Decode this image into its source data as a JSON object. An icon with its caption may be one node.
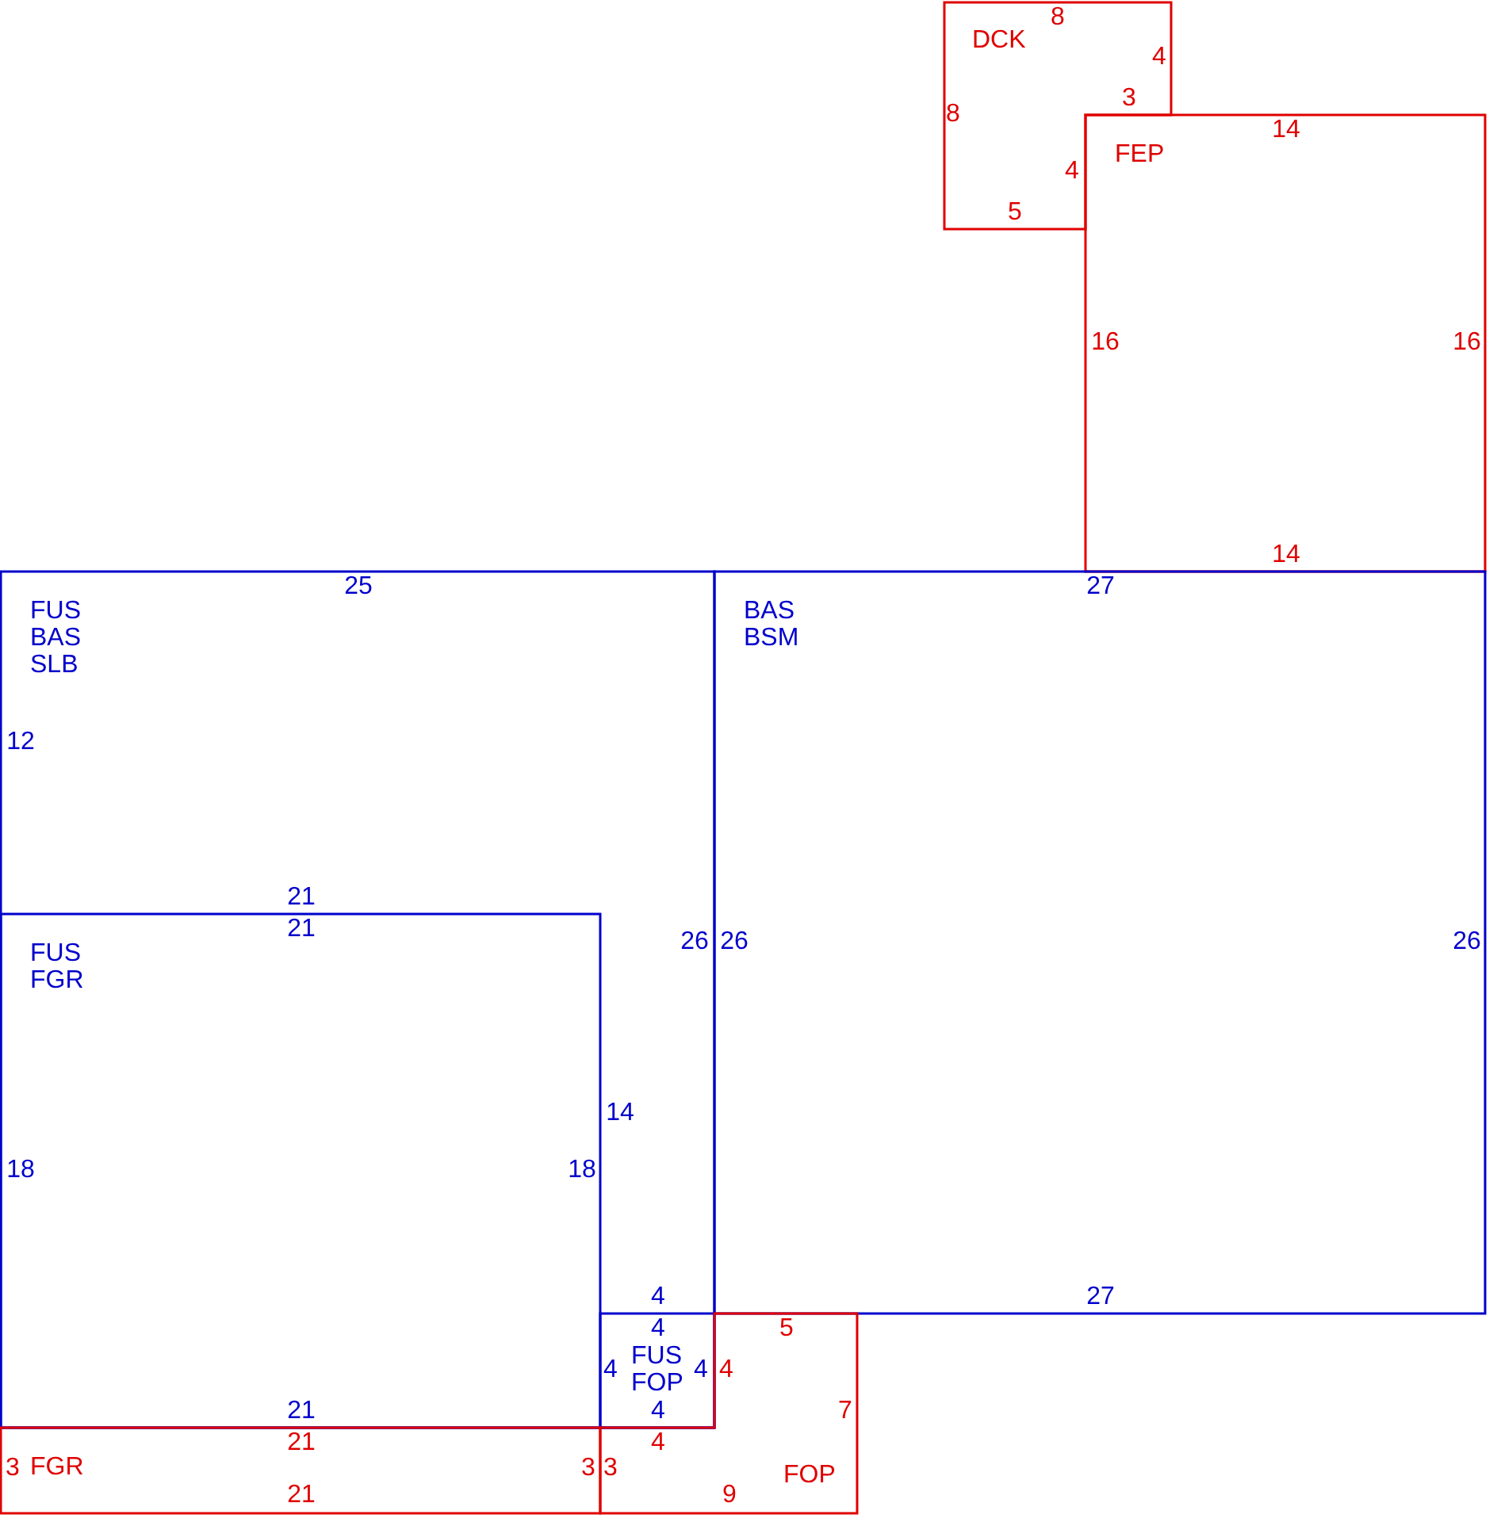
{
  "diagram": {
    "nodes": [
      {
        "text": [
          "DCK",
          "8",
          "4",
          "3",
          "8",
          "4",
          "5"
        ]
      },
      {
        "text": [
          "FEP",
          "14",
          "16",
          "16",
          "14"
        ]
      },
      {
        "text": [
          "FUS BAS SLB",
          "25",
          "12",
          "21",
          "26",
          "14",
          "4"
        ]
      },
      {
        "text": [
          "BAS BSM",
          "27",
          "26",
          "26",
          "27"
        ]
      },
      {
        "text": [
          "FUS FGR",
          "21",
          "18",
          "18",
          "21"
        ],
        "in": 2
      },
      {
        "text": [
          "4",
          "4",
          "FUS FOP",
          "4",
          "4"
        ],
        "in": 2
      },
      {
        "text": [
          "FGR",
          "21",
          "3",
          "3",
          "21"
        ]
      },
      {
        "text": [
          "FOP",
          "5",
          "4",
          "7",
          "4",
          "3",
          "9"
        ]
      }
    ]
  }
}
